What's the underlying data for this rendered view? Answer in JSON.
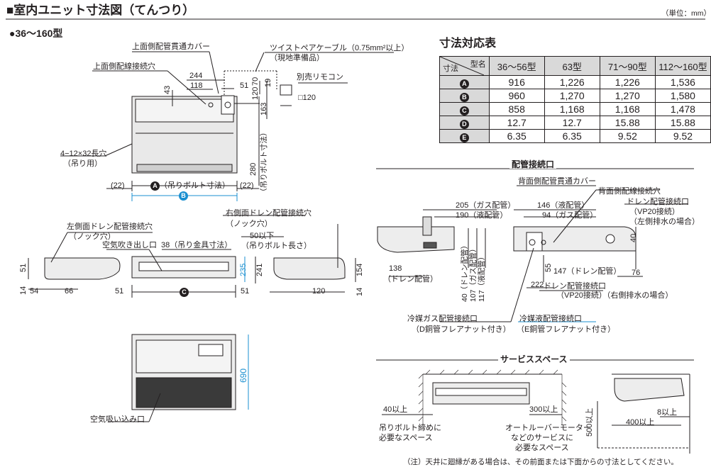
{
  "header": {
    "title": "■室内ユニット寸法図（てんつり）",
    "unit": "（単位：mm）",
    "model_range": "●36～160型"
  },
  "front_view": {
    "top_hole_cover": "上面側配管貫通カバー",
    "top_wiring_hole": "上面側配線接続穴",
    "twisted_pair": "ツイストペアケーブル（0.75mm²以上）",
    "field_supply": "（現地準備品）",
    "remote": "別売リモコン",
    "remote_size": "□120",
    "d244": "244",
    "d118": "118",
    "d43": "43",
    "d51": "51",
    "d70": "70",
    "d19": "19",
    "d120": "120",
    "d163": "163",
    "slot": "4−12×32長穴",
    "slot_use": "（吊り用）",
    "d280": "280",
    "bolt_dim": "（吊りボルト寸法）",
    "d22a": "(22)",
    "d22b": "(22)",
    "a_label": "A",
    "a_text": "（吊りボルト寸法）",
    "b_label": "B"
  },
  "side_views": {
    "left_drain": "左側面ドレン配管接続穴",
    "knock1": "（ノック穴）",
    "right_drain": "右側面ドレン配管接続穴",
    "knock2": "（ノック穴）",
    "outlet": "空気吹き出し口",
    "d38": "38（吊り金具寸法）",
    "d50": "50以下",
    "bolt_len": "（吊りボルト長さ）",
    "d235": "235",
    "d241": "241",
    "d51v": "51",
    "d154": "154",
    "d14a": "14",
    "d54": "54",
    "d66": "66",
    "d51a": "51",
    "c_label": "C",
    "d51b": "51",
    "d120": "120",
    "d14b": "14"
  },
  "bottom_view": {
    "d690": "690",
    "intake": "空気吸い込み口"
  },
  "table": {
    "title": "寸法対応表",
    "corner_top": "型名",
    "corner_bottom": "寸法",
    "columns": [
      "36～56型",
      "63型",
      "71～90型",
      "112～160型"
    ],
    "rows": [
      {
        "key": "A",
        "values": [
          "916",
          "1,226",
          "1,226",
          "1,536"
        ]
      },
      {
        "key": "B",
        "values": [
          "960",
          "1,270",
          "1,270",
          "1,580"
        ]
      },
      {
        "key": "C",
        "values": [
          "858",
          "1,168",
          "1,168",
          "1,478"
        ]
      },
      {
        "key": "D",
        "values": [
          "12.7",
          "12.7",
          "15.88",
          "15.88"
        ]
      },
      {
        "key": "E",
        "values": [
          "6.35",
          "6.35",
          "9.52",
          "9.52"
        ]
      }
    ]
  },
  "piping": {
    "title": "配管接続口",
    "back_cover": "背面側配管貫通カバー",
    "back_wiring": "背面側配線接続穴",
    "d205": "205（ガス配管）",
    "d190": "190（液配管）",
    "d146": "146（液配管）",
    "d94": "94（ガス配管）",
    "drain_port": "ドレン配管接続口",
    "vp20": "（VP20接続）",
    "left_drain": "（左側排水の場合）",
    "d40": "40",
    "d138": "138",
    "drain": "（ドレン配管）",
    "d40v": "40（ドレン配管）",
    "d107": "107（ガス配管）",
    "d117": "117（液配管）",
    "d55": "55",
    "d147": "147（ドレン配管）",
    "d76": "76",
    "d222": "222",
    "drain_port2": "ドレン配管接続口",
    "vp20_right": "（VP20接続）（右側排水の場合）",
    "gas_port": "冷媒ガス配管接続口",
    "gas_note": "（D銅管フレアナット付き）",
    "liq_port": "冷媒液配管接続口",
    "liq_note": "（E銅管フレアナット付き）"
  },
  "service": {
    "title": "サービススペース",
    "d40": "40以上",
    "bolt_space": "吊りボルト締めに",
    "bolt_space2": "必要なスペース",
    "d300": "300以上",
    "louver": "オートルーバーモーター",
    "louver2": "などのサービスに",
    "louver3": "必要なスペース",
    "d500": "500以上",
    "d400": "400以上",
    "d8": "8以上"
  },
  "note": "（注）天井に廻縁がある場合は、その前面または下面からの寸法としてください。"
}
